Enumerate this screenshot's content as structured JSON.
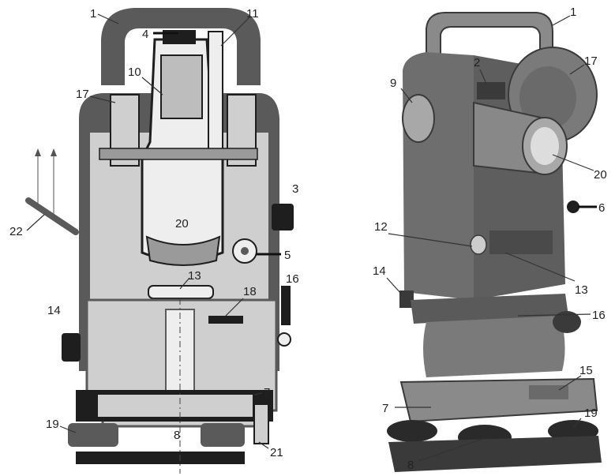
{
  "colors": {
    "section_fill": "#cfcfcf",
    "section_dark": "#5a5a5a",
    "section_black": "#1e1e1e",
    "section_light": "#eeeeee",
    "photo_body": "#6e6e6e",
    "photo_dark": "#3a3a3a",
    "photo_light": "#a8a8a8",
    "label_text": "#222222"
  },
  "left_view": {
    "labels": [
      "1",
      "4",
      "11",
      "10",
      "17",
      "3",
      "22",
      "20",
      "5",
      "13",
      "16",
      "18",
      "14",
      "7",
      "19",
      "8",
      "21"
    ]
  },
  "right_view": {
    "labels": [
      "1",
      "2",
      "9",
      "17",
      "20",
      "6",
      "12",
      "13",
      "14",
      "16",
      "15",
      "7",
      "19",
      "8"
    ]
  }
}
